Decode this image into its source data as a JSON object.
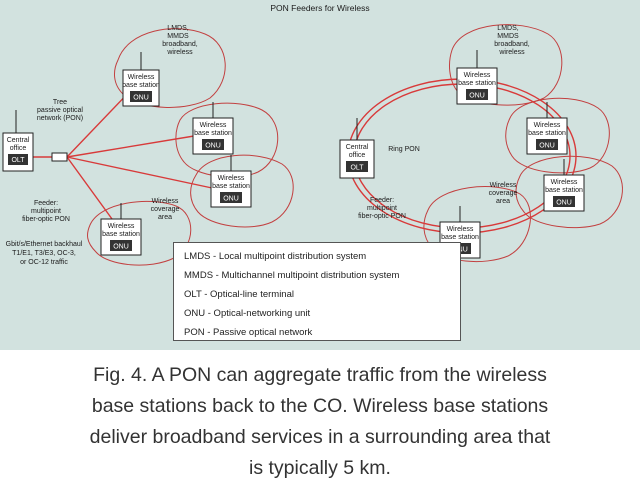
{
  "figure": {
    "title": "PON Feeders for Wireless",
    "left": {
      "central_office": [
        "Central",
        "office",
        "OLT"
      ],
      "tree_pon_label": [
        "Tree",
        "passive optical",
        "network (PON)"
      ],
      "feeder_label": [
        "Feeder:",
        "multipoint",
        "fiber-optic PON"
      ],
      "backhaul_label": [
        "Gbit/s/Ethernet backhaul",
        "T1/E1, T3/E3, OC-3,",
        "or OC-12 traffic"
      ],
      "top_service_label": [
        "LMDS,",
        "MMDS",
        "broadband,",
        "wireless"
      ],
      "coverage_label": [
        "Wireless",
        "coverage",
        "area"
      ],
      "stations": [
        {
          "name": [
            "Wireless",
            "base station"
          ],
          "onu": "ONU"
        },
        {
          "name": [
            "Wireless",
            "base station"
          ],
          "onu": "ONU"
        },
        {
          "name": [
            "Wireless",
            "base station"
          ],
          "onu": "ONU"
        },
        {
          "name": [
            "Wireless",
            "base station"
          ],
          "onu": "ONU"
        }
      ]
    },
    "right": {
      "central_office": [
        "Central",
        "office",
        "OLT"
      ],
      "ring_pon_label": "Ring PON",
      "feeder_label": [
        "Feeder:",
        "multipoint",
        "fiber-optic PON"
      ],
      "top_service_label": [
        "LMDS,",
        "MMDS",
        "broadband,",
        "wireless"
      ],
      "coverage_label": [
        "Wireless",
        "coverage",
        "area"
      ],
      "stations": [
        {
          "name": [
            "Wireless",
            "base station"
          ],
          "onu": "ONU"
        },
        {
          "name": [
            "Wireless",
            "base station"
          ],
          "onu": "ONU"
        },
        {
          "name": [
            "Wireless",
            "base station"
          ],
          "onu": "ONU"
        },
        {
          "name": [
            "Wireless",
            "base station"
          ],
          "onu": "ONU"
        }
      ]
    },
    "legend": [
      "LMDS - Local multipoint distribution system",
      "MMDS - Multichannel multipoint distribution system",
      "OLT - Optical-line terminal",
      "ONU - Optical-networking unit",
      "PON - Passive optical network"
    ],
    "colors": {
      "fiber": "#d83a3a",
      "coverage": "#c24040",
      "background": "#d2e2df",
      "box": "#ffffff"
    }
  },
  "caption": [
    "Fig. 4. A PON can aggregate traffic from the wireless",
    "base stations back to the CO.  Wireless base stations",
    "deliver broadband services in a surrounding area that",
    "is typically 5 km."
  ]
}
